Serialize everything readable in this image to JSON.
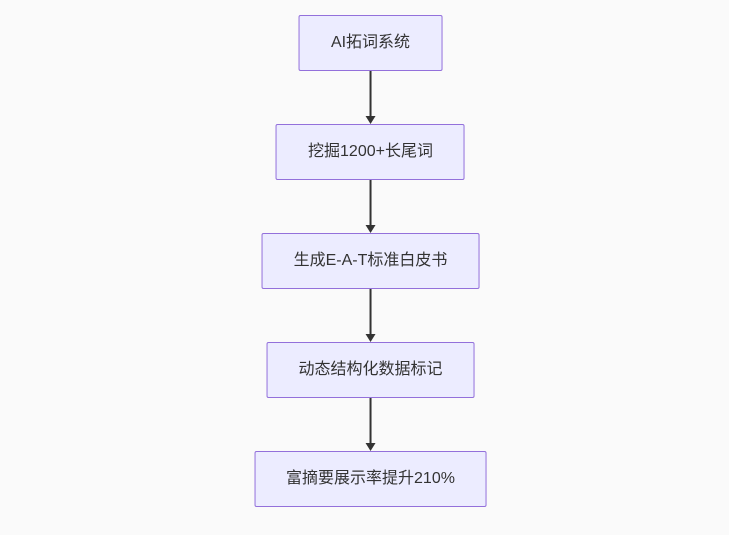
{
  "flowchart": {
    "type": "flowchart",
    "direction": "top-down",
    "colors": {
      "background": "#fafafa",
      "node_fill": "#ECECFF",
      "node_border": "#9370DB",
      "text_color": "#333333",
      "arrow_color": "#333333"
    },
    "nodes": [
      {
        "id": "n1",
        "label": "AI拓词系统"
      },
      {
        "id": "n2",
        "label": "挖掘1200+长尾词"
      },
      {
        "id": "n3",
        "label": "生成E-A-T标准白皮书"
      },
      {
        "id": "n4",
        "label": "动态结构化数据标记"
      },
      {
        "id": "n5",
        "label": "富摘要展示率提升210%"
      }
    ],
    "edges": [
      {
        "from": "n1",
        "to": "n2"
      },
      {
        "from": "n2",
        "to": "n3"
      },
      {
        "from": "n3",
        "to": "n4"
      },
      {
        "from": "n4",
        "to": "n5"
      }
    ]
  }
}
